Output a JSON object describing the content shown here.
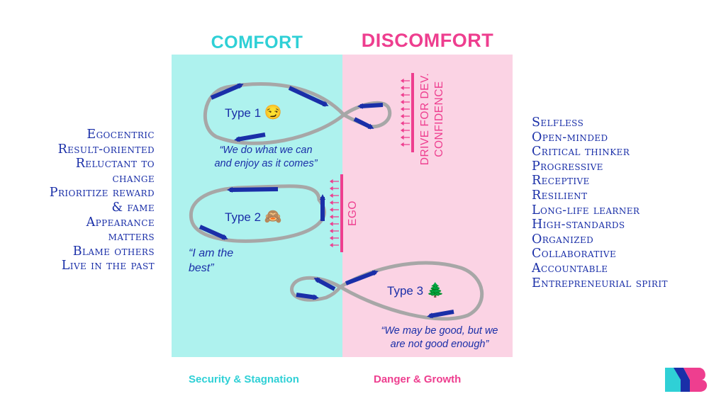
{
  "zones": {
    "comfort": {
      "heading": "COMFORT",
      "footer": "Security & Stagnation",
      "color": "#aef2ee"
    },
    "discomfort": {
      "heading": "DISCOMFORT",
      "footer": "Danger & Growth",
      "color": "#fbd3e4"
    }
  },
  "types": [
    {
      "label": "Type 1",
      "emoji": "😏",
      "quote_lines": [
        "“We do what we can",
        "and enjoy as it comes”"
      ]
    },
    {
      "label": "Type 2",
      "emoji": "🙈",
      "quote_lines": [
        "“I am the",
        "best”"
      ]
    },
    {
      "label": "Type 3",
      "emoji": "🌲",
      "quote_lines": [
        "“We may be good, but we",
        "are not good enough”"
      ]
    }
  ],
  "barriers": {
    "drive": [
      "DRIVE FOR DEV.",
      "CONFIDENCE"
    ],
    "ego": "EGO"
  },
  "traits_left": [
    "Egocentric",
    "Result-oriented",
    "Reluctant to",
    "change",
    "Prioritize reward",
    "& fame",
    "Appearance",
    "matters",
    "Blame others",
    "Live in the past"
  ],
  "traits_right": [
    "Selfless",
    "Open-minded",
    "Critical thinker",
    "Progressive",
    "Receptive",
    "Resilient",
    "Long-life learner",
    "High-standards",
    "Organized",
    "Collaborative",
    "Accountable",
    "Entrepreneurial spirit"
  ],
  "logo": {
    "letters": "MB"
  },
  "colors": {
    "arrow": "#1a2fa8",
    "loop": "#a7a7a7",
    "pink": "#ee3e8f",
    "cyan": "#2fd0d6",
    "text": "#1a2fa8"
  }
}
